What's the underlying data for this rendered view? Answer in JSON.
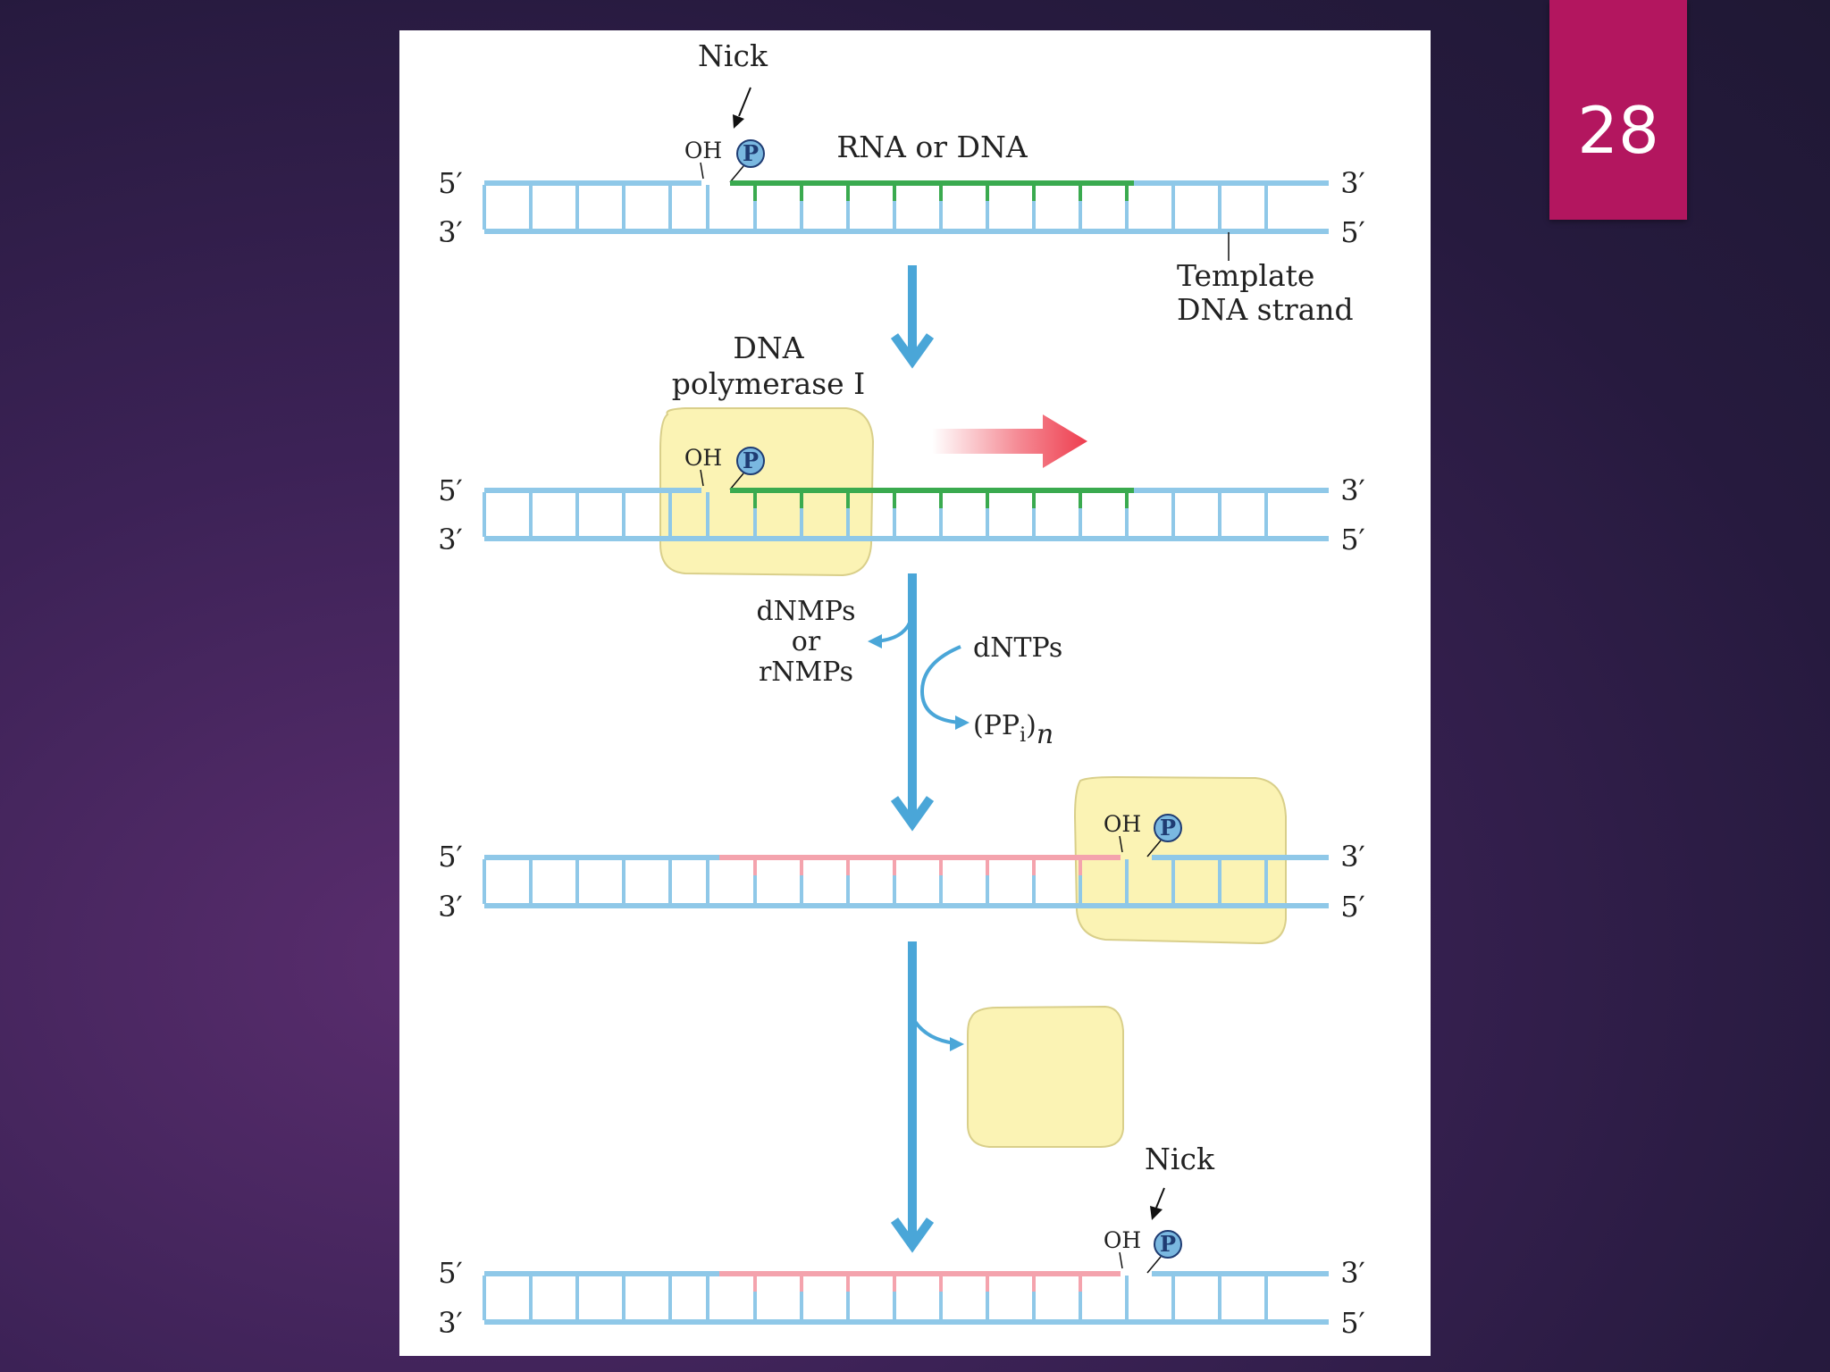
{
  "slide": {
    "number": "28",
    "accent_color": "#b3165f"
  },
  "figure": {
    "step1": {
      "nick_label": "Nick",
      "oh_label": "OH",
      "p_label": "P",
      "segment_label": "RNA or DNA",
      "top_5": "5′",
      "top_3": "3′",
      "bottom_3": "3′",
      "bottom_5": "5′",
      "template_label_line1": "Template",
      "template_label_line2": "DNA strand"
    },
    "step2": {
      "enzyme_label_line1": "DNA",
      "enzyme_label_line2": "polymerase I",
      "oh_label": "OH",
      "p_label": "P",
      "top_5": "5′",
      "top_3": "3′",
      "bottom_3": "3′",
      "bottom_5": "5′"
    },
    "reaction": {
      "released_line1": "dNMPs",
      "released_line2": "or",
      "released_line3": "rNMPs",
      "substrate": "dNTPs",
      "product": "(PPi)n",
      "product_main": "(PP",
      "product_sub": "i",
      "product_close": ")",
      "product_italic": "n"
    },
    "step3": {
      "oh_label": "OH",
      "p_label": "P",
      "top_5": "5′",
      "top_3": "3′",
      "bottom_3": "3′",
      "bottom_5": "5′"
    },
    "step4": {
      "nick_label": "Nick",
      "oh_label": "OH",
      "p_label": "P",
      "top_5": "5′",
      "top_3": "3′",
      "bottom_3": "3′",
      "bottom_5": "5′"
    },
    "colors": {
      "dna_strand": "#8fc8e8",
      "rna_segment": "#3aaa4f",
      "new_dna_segment": "#f4a3ad",
      "enzyme_fill": "#fbf3b4",
      "enzyme_stroke": "#d9cf8a",
      "process_arrow": "#4aa6d8",
      "direction_arrow": "#ee3e4f",
      "phosphate_fill": "#7ab8e0"
    }
  }
}
